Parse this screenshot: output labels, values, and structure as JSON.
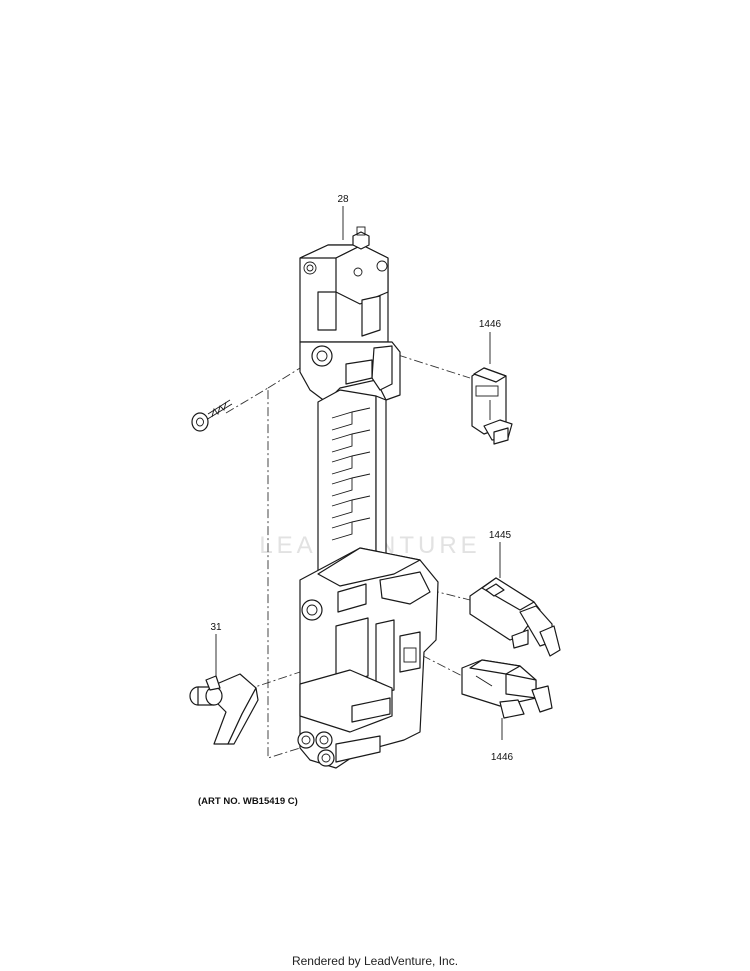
{
  "diagram": {
    "callouts": {
      "latch_frame": "28",
      "switch_top": "1446",
      "switch_middle": "1445",
      "switch_bottom": "1446",
      "lever": "31"
    },
    "art_number": "(ART NO. WB15419 C)",
    "watermark": "LEADVENTURE"
  },
  "footer": {
    "credit": "Rendered by LeadVenture, Inc."
  }
}
